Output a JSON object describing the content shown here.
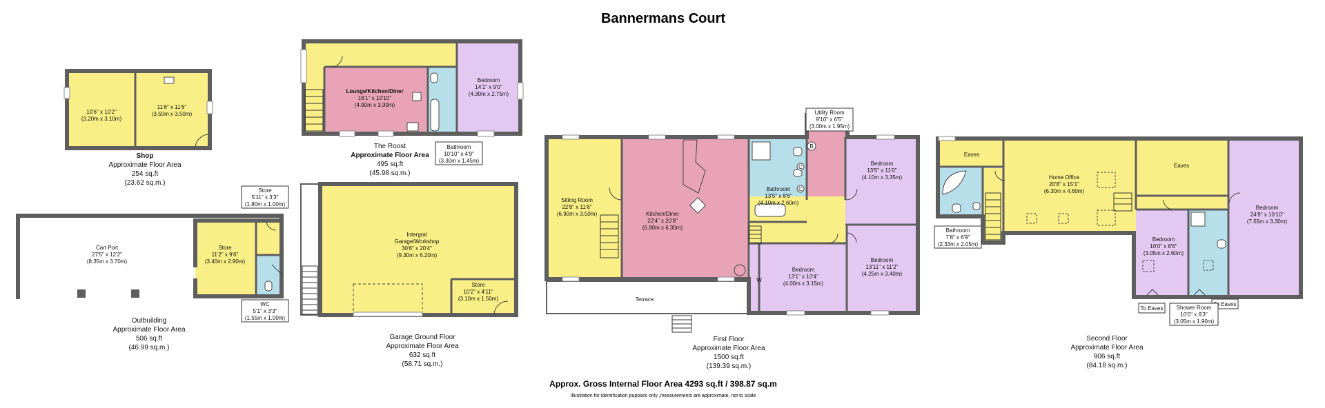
{
  "title": "Bannermans Court",
  "footer": {
    "gross": "Approx. Gross Internal Floor Area 4293 sq.ft / 398.87 sq.m",
    "note": "Illustration for identification puposes only ,measurements are approximate, not to scale"
  },
  "shop": {
    "room1": {
      "dims_ft": "10'6\" x 10'2\"",
      "dims_m": "(3.20m x 3.10m)"
    },
    "room2": {
      "dims_ft": "11'6\" x 11'6\"",
      "dims_m": "(3.50m x 3.50m)"
    },
    "label": {
      "name": "Shop",
      "area_label": "Approximate Floor Area",
      "sqft": "254 sq.ft",
      "sqm": "(23.62 sq.m.)"
    }
  },
  "roost": {
    "lounge": {
      "name": "Lounge/Kitchen/Diner",
      "dims_ft": "16'1\" x 10'10\"",
      "dims_m": "(4.90m x 3.30m)"
    },
    "bedroom": {
      "name": "Bedroom",
      "dims_ft": "14'1\" x 9'0\"",
      "dims_m": "(4.30m x 2.75m)"
    },
    "bathroom": {
      "name": "Bathroom",
      "dims_ft": "10'10\" x 4'9\"",
      "dims_m": "(3.30m x 1.45m)"
    },
    "label": {
      "name": "The Roost",
      "area_label": "Approximate Floor Area",
      "sqft": "495 sq.ft",
      "sqm": "(45.98 sq.m.)"
    }
  },
  "outbuilding": {
    "cartport": {
      "name": "Cart Port",
      "dims_ft": "27'5\" x 12'2\"",
      "dims_m": "(8.35m x 3.70m)"
    },
    "store_main": {
      "name": "Store",
      "dims_ft": "11'2\" x 9'6\"",
      "dims_m": "(3.40m x 2.90m)"
    },
    "store_small": {
      "name": "Store",
      "dims_ft": "5'11\" x 3'3\"",
      "dims_m": "(1.80m x 1.00m)"
    },
    "wc": {
      "name": "WC",
      "dims_ft": "5'1\" x 3'3\"",
      "dims_m": "(1.55m x 1.00m)"
    },
    "label": {
      "name": "Outbuilding",
      "area_label": "Approximate Floor Area",
      "sqft": "506 sq.ft",
      "sqm": "(46.99 sq.m.)"
    }
  },
  "garage": {
    "workshop": {
      "name1": "Intergral",
      "name2": "Garage/Workshop",
      "dims_ft": "30'6\" x 20'4\"",
      "dims_m": "(9.30m x 6.20m)"
    },
    "store": {
      "name": "Store",
      "dims_ft": "10'2\" x 4'11\"",
      "dims_m": "(3.10m x 1.50m)"
    },
    "label": {
      "name": "Garage Ground Floor",
      "area_label": "Approximate Floor Area",
      "sqft": "632 sq.ft",
      "sqm": "(58.71 sq.m.)"
    }
  },
  "first": {
    "sitting": {
      "name": "Sitting Room",
      "dims_ft": "22'8\" x 11'6\"",
      "dims_m": "(6.90m x 3.50m)"
    },
    "kitchen": {
      "name": "Kitchen/Diner",
      "dims_ft": "22'4\" x 20'8\"",
      "dims_m": "(6.80m x 6.30m)"
    },
    "bathroom": {
      "name": "Bathroom",
      "dims_ft": "13'5\" x 8'6\"",
      "dims_m": "(4.10m x 2.60m)"
    },
    "utility": {
      "name": "Utility Room",
      "dims_ft": "9'10\" x 6'5\"",
      "dims_m": "(3.00m x 1.95m)"
    },
    "bed1": {
      "name": "Bedroom",
      "dims_ft": "13'5\" x 11'0\"",
      "dims_m": "(4.10m x 3.35m)"
    },
    "bed2": {
      "name": "Bedroom",
      "dims_ft": "13'1\" x 10'4\"",
      "dims_m": "(4.00m x 3.15m)"
    },
    "bed3": {
      "name": "Bedroom",
      "dims_ft": "13'11\" x 11'2\"",
      "dims_m": "(4.25m x 3.40m)"
    },
    "terrace": "Terrace",
    "wardrobe": "W",
    "boiler": "B",
    "cupboard": "C",
    "label": {
      "name": "First Floor",
      "area_label": "Approximate Floor Area",
      "sqft": "1500 sq.ft",
      "sqm": "(139.39 sq.m.)"
    }
  },
  "second": {
    "eaves1": "Eaves",
    "eaves2": "Eaves",
    "office": {
      "name": "Home Office",
      "dims_ft": "20'8\" x 15'1\"",
      "dims_m": "(6.30m x 4.60m)"
    },
    "bathroom": {
      "name": "Bathroom",
      "dims_ft": "7'8\" x 6'9\"",
      "dims_m": "(2.33m x 2.05m)"
    },
    "bed_large": {
      "name": "Bedroom",
      "dims_ft": "24'9\" x 10'10\"",
      "dims_m": "(7.55m x 3.30m)"
    },
    "bed_small": {
      "name": "Bedroom",
      "dims_ft": "10'0\" x 8'6\"",
      "dims_m": "(3.05m x 2.60m)"
    },
    "shower": {
      "name": "Shower Room",
      "dims_ft": "10'0\" x 6'3\"",
      "dims_m": "(3.05m x 1.90m)"
    },
    "to_eaves_1": "To Eaves",
    "to_eaves_2": "To Eaves",
    "label": {
      "name": "Second Floor",
      "area_label": "Approximate Floor Area",
      "sqft": "906 sq.ft",
      "sqm": "(84.18 sq.m.)"
    }
  },
  "colors": {
    "wall": "#5e5e5e",
    "yellow": "#faef86",
    "pink": "#e8a3b6",
    "purple": "#e3c8f1",
    "blue": "#b7dfea"
  }
}
